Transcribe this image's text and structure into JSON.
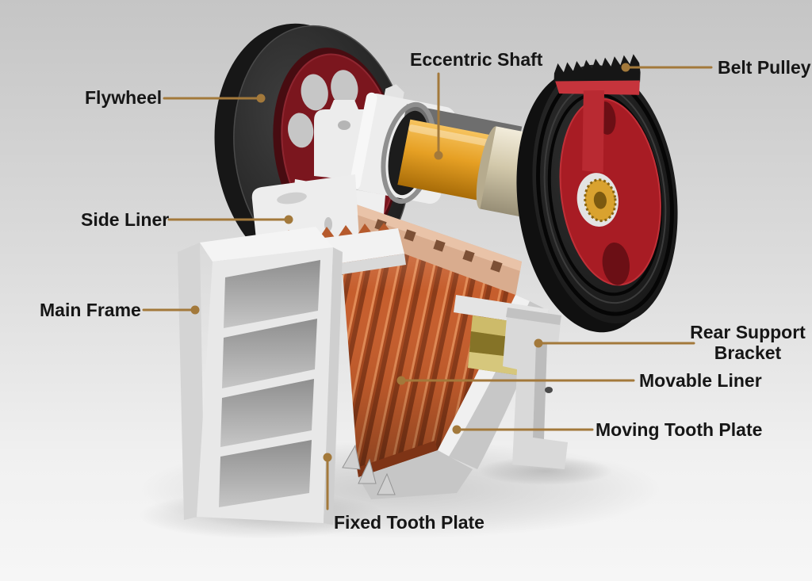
{
  "diagram": {
    "subject": "jaw-crusher-cutaway-illustration"
  },
  "labels": [
    {
      "id": "flywheel",
      "text": "Flywheel"
    },
    {
      "id": "eccentric-shaft",
      "text": "Eccentric Shaft"
    },
    {
      "id": "belt-pulley",
      "text": "Belt Pulley"
    },
    {
      "id": "side-liner",
      "text": "Side Liner"
    },
    {
      "id": "main-frame",
      "text": "Main Frame"
    },
    {
      "id": "rear-support-bracket",
      "text": "Rear Support\nBracket"
    },
    {
      "id": "movable-liner",
      "text": "Movable Liner"
    },
    {
      "id": "moving-tooth-plate",
      "text": "Moving Tooth Plate"
    },
    {
      "id": "fixed-tooth-plate",
      "text": "Fixed Tooth Plate"
    }
  ],
  "colors": {
    "background_top": "#c5c5c5",
    "background_bottom": "#f6f6f6",
    "leader_line": "#a3793b",
    "label_text": "#161616",
    "flywheel_rim": "#2a2a2a",
    "flywheel_disc": "#7b161e",
    "pulley_red": "#a81c24",
    "jaw_plate_orange": "#c65e2d",
    "tooth_cap_beige": "#d9ac8e",
    "eccentric_shaft_yellow": "#e6a024",
    "bearing_champagne": "#d3c9ab",
    "bracket_gold": "#b3a04a",
    "frame_white": "#ececec"
  }
}
